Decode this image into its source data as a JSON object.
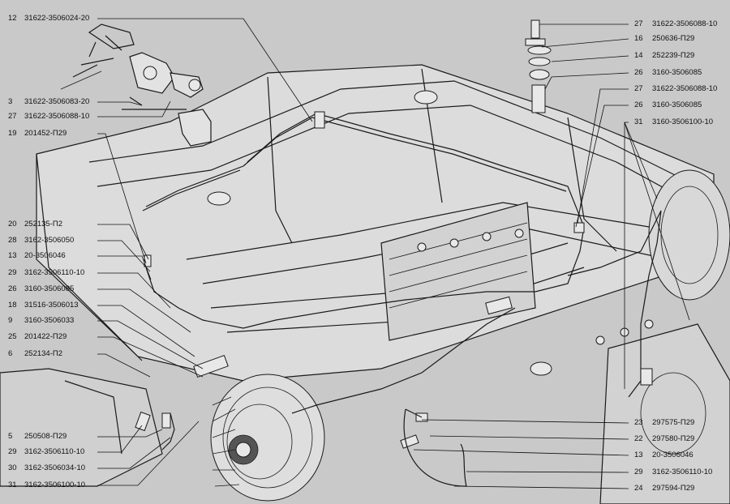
{
  "left_callouts": [
    {
      "num": "12",
      "code": "31622-3506024-20"
    },
    {
      "num": "3",
      "code": "31622-3506083-20"
    },
    {
      "num": "27",
      "code": "31622-3506088-10"
    },
    {
      "num": "19",
      "code": "201452-П29"
    },
    {
      "num": "20",
      "code": "252135-П2"
    },
    {
      "num": "28",
      "code": "3162-3506050"
    },
    {
      "num": "13",
      "code": "20-3506046"
    },
    {
      "num": "29",
      "code": "3162-3506110-10"
    },
    {
      "num": "26",
      "code": "3160-3506085"
    },
    {
      "num": "18",
      "code": "31516-3506013"
    },
    {
      "num": "9",
      "code": "3160-3506033"
    },
    {
      "num": "25",
      "code": "201422-П29"
    },
    {
      "num": "6",
      "code": "252134-П2"
    },
    {
      "num": "5",
      "code": "250508-П29"
    },
    {
      "num": "29",
      "code": "3162-3506110-10"
    },
    {
      "num": "30",
      "code": "3162-3506034-10"
    },
    {
      "num": "31",
      "code": "3162-3506100-10"
    }
  ],
  "right_callouts": [
    {
      "num": "27",
      "code": "31622-3506088-10"
    },
    {
      "num": "16",
      "code": "250636-П29"
    },
    {
      "num": "14",
      "code": "252239-П29"
    },
    {
      "num": "26",
      "code": "3160-3506085"
    },
    {
      "num": "27",
      "code": "31622-3506088-10"
    },
    {
      "num": "26",
      "code": "3160-3506085"
    },
    {
      "num": "31",
      "code": "3160-3506100-10"
    },
    {
      "num": "23",
      "code": "297575-П29"
    },
    {
      "num": "22",
      "code": "297580-П29"
    },
    {
      "num": "13",
      "code": "20-3506046"
    },
    {
      "num": "29",
      "code": "3162-3506110-10"
    },
    {
      "num": "24",
      "code": "297594-П29"
    }
  ]
}
